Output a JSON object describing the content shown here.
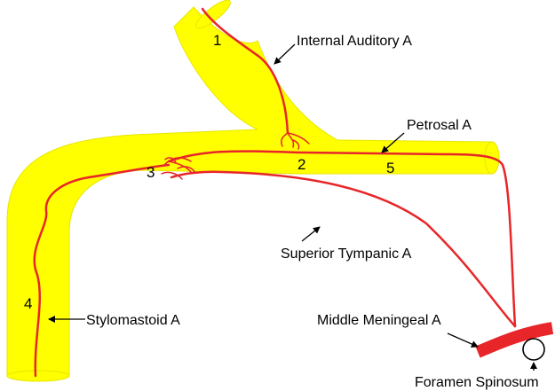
{
  "colors": {
    "canal": "#ffff00",
    "canal_edge": "#e6e600",
    "artery": "#e8262a",
    "text": "#000000"
  },
  "segment_numbers": [
    "1",
    "2",
    "3",
    "4",
    "5"
  ],
  "labels": {
    "internal_auditory": "Internal Auditory A",
    "petrosal": "Petrosal A",
    "superior_tympanic": "Superior Tympanic A",
    "stylomastoid": "Stylomastoid A",
    "middle_meningeal": "Middle Meningeal A",
    "foramen_spinosum": "Foramen Spinosum"
  }
}
